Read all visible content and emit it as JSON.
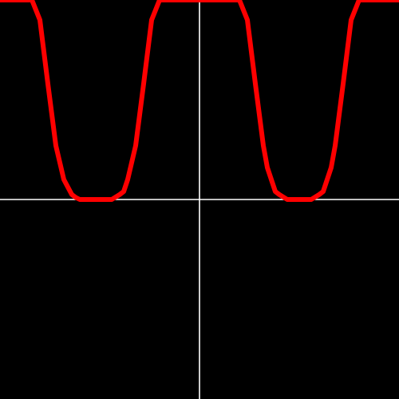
{
  "colors": {
    "background": "#000000",
    "axes": "#ffffff",
    "curve": "#ff0000"
  },
  "chart_data": {
    "type": "line",
    "title": "",
    "xlabel": "",
    "ylabel": "",
    "grid": false,
    "legend": "none",
    "xlim": [
      -1,
      1
    ],
    "ylim": [
      -1,
      1
    ],
    "axes_cross_at": [
      0,
      0
    ],
    "series": [
      {
        "color": "#ff0000",
        "x": [
          -1.0,
          -0.84,
          -0.8,
          -0.76,
          -0.72,
          -0.68,
          -0.64,
          -0.62,
          -0.6,
          -0.58,
          -0.56,
          -0.52,
          -0.48,
          -0.44,
          -0.4,
          -0.38,
          -0.36,
          -0.32,
          -0.28,
          -0.24,
          -0.2,
          -0.16,
          -0.12,
          -0.08,
          -0.04,
          0.0,
          0.04,
          0.08,
          0.12,
          0.16,
          0.2,
          0.24,
          0.28,
          0.32,
          0.34,
          0.36,
          0.38,
          0.4,
          0.44,
          0.48,
          0.52,
          0.56,
          0.6,
          0.62,
          0.64,
          0.66,
          0.68,
          0.72,
          0.76,
          0.8,
          0.84,
          1.0
        ],
        "y": [
          1.0,
          1.0,
          0.9,
          0.58,
          0.27,
          0.1,
          0.025,
          0.01,
          0.0,
          0.0,
          0.0,
          0.0,
          0.0,
          0.0,
          0.025,
          0.04,
          0.1,
          0.27,
          0.58,
          0.9,
          1.0,
          1.0,
          1.0,
          1.0,
          1.0,
          1.0,
          1.0,
          1.0,
          1.0,
          1.0,
          1.0,
          0.9,
          0.58,
          0.27,
          0.16,
          0.1,
          0.04,
          0.025,
          0.0,
          0.0,
          0.0,
          0.0,
          0.025,
          0.04,
          0.1,
          0.16,
          0.27,
          0.58,
          0.9,
          1.0,
          1.0,
          1.0
        ]
      }
    ]
  }
}
